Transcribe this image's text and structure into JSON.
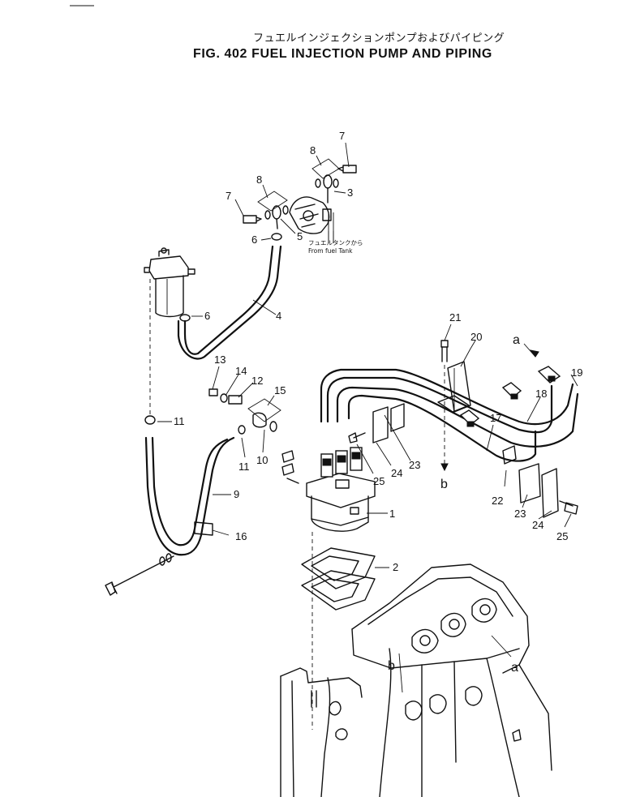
{
  "title": {
    "japanese": "フュエルインジェクションポンプおよびパイピング",
    "english": "FIG. 402  FUEL INJECTION PUMP AND PIPING"
  },
  "notes": {
    "from_tank_jp": "フュエルタンクから",
    "from_tank_en": "From fuel Tank"
  },
  "callouts": {
    "c1": "1",
    "c2": "2",
    "c3": "3",
    "c4": "4",
    "c5": "5",
    "c6a": "6",
    "c6b": "6",
    "c7a": "7",
    "c7b": "7",
    "c8a": "8",
    "c8b": "8",
    "c9": "9",
    "c10": "10",
    "c11a": "11",
    "c11b": "11",
    "c12": "12",
    "c13": "13",
    "c14": "14",
    "c15": "15",
    "c16": "16",
    "c17": "17",
    "c18": "18",
    "c19": "19",
    "c20": "20",
    "c21": "21",
    "c22": "22",
    "c23a": "23",
    "c23b": "23",
    "c24a": "24",
    "c24b": "24",
    "c25a": "25",
    "c25b": "25"
  },
  "letters": {
    "a_top": "a",
    "a_bottom": "a",
    "b_top": "b",
    "b_bottom": "b"
  }
}
